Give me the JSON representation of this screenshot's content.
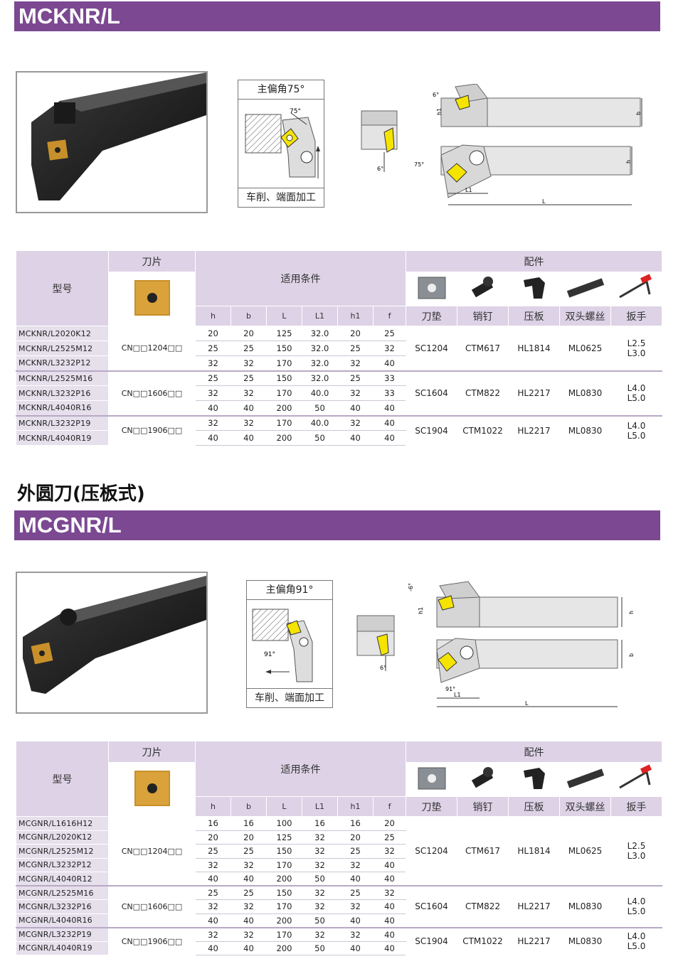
{
  "sections": [
    {
      "title": "MCKNR/L",
      "angle_title": "主偏角75°",
      "angle_caption": "车削、端面加工",
      "diag_angle": "75°",
      "side_labels": {
        "a6": "6°",
        "a6b": "6°",
        "h1": "h1",
        "b": "b",
        "h": "h",
        "a75": "75°",
        "L1": "L1",
        "L": "L"
      },
      "table": {
        "model_header": "型号",
        "insert_header": "刀片",
        "conditions_header": "适用条件",
        "accessories_header": "配件",
        "dims": [
          "h",
          "b",
          "L",
          "L1",
          "h1",
          "f"
        ],
        "acc_names": [
          "刀垫",
          "销钉",
          "压板",
          "双头螺丝",
          "扳手"
        ],
        "groups": [
          {
            "insert": "CN□□1204□□",
            "shim": "SC1204",
            "pin": "CTM617",
            "clamp": "HL1814",
            "screw": "ML0625",
            "wrench": [
              "L2.5",
              "L3.0"
            ],
            "rows": [
              {
                "model": "MCKNR/L2020K12",
                "v": [
                  "20",
                  "20",
                  "125",
                  "32.0",
                  "20",
                  "25"
                ]
              },
              {
                "model": "MCKNR/L2525M12",
                "v": [
                  "25",
                  "25",
                  "150",
                  "32.0",
                  "25",
                  "32"
                ]
              },
              {
                "model": "MCKNR/L3232P12",
                "v": [
                  "32",
                  "32",
                  "170",
                  "32.0",
                  "32",
                  "40"
                ]
              }
            ]
          },
          {
            "insert": "CN□□1606□□",
            "shim": "SC1604",
            "pin": "CTM822",
            "clamp": "HL2217",
            "screw": "ML0830",
            "wrench": [
              "L4.0",
              "L5.0"
            ],
            "rows": [
              {
                "model": "MCKNR/L2525M16",
                "v": [
                  "25",
                  "25",
                  "150",
                  "32.0",
                  "25",
                  "33"
                ]
              },
              {
                "model": "MCKNR/L3232P16",
                "v": [
                  "32",
                  "32",
                  "170",
                  "40.0",
                  "32",
                  "33"
                ]
              },
              {
                "model": "MCKNR/L4040R16",
                "v": [
                  "40",
                  "40",
                  "200",
                  "50",
                  "40",
                  "40"
                ]
              }
            ]
          },
          {
            "insert": "CN□□1906□□",
            "shim": "SC1904",
            "pin": "CTM1022",
            "clamp": "HL2217",
            "screw": "ML0830",
            "wrench": [
              "L4.0",
              "L5.0"
            ],
            "rows": [
              {
                "model": "MCKNR/L3232P19",
                "v": [
                  "32",
                  "32",
                  "170",
                  "40.0",
                  "32",
                  "40"
                ]
              },
              {
                "model": "MCKNR/L4040R19",
                "v": [
                  "40",
                  "40",
                  "200",
                  "50",
                  "40",
                  "40"
                ]
              }
            ]
          }
        ]
      }
    },
    {
      "subtitle": "外圆刀(压板式)",
      "title": "MCGNR/L",
      "angle_title": "主偏角91°",
      "angle_caption": "车削、端面加工",
      "diag_angle": "91°",
      "side_labels": {
        "a6": "-6°",
        "a6b": "6°",
        "h1": "h1",
        "b": "h",
        "h": "b",
        "a75": "91°",
        "L1": "L1",
        "L": "L"
      },
      "table": {
        "model_header": "型号",
        "insert_header": "刀片",
        "conditions_header": "适用条件",
        "accessories_header": "配件",
        "dims": [
          "h",
          "b",
          "L",
          "L1",
          "h1",
          "f"
        ],
        "acc_names": [
          "刀垫",
          "销钉",
          "压板",
          "双头螺丝",
          "扳手"
        ],
        "groups": [
          {
            "insert": "CN□□1204□□",
            "shim": "SC1204",
            "pin": "CTM617",
            "clamp": "HL1814",
            "screw": "ML0625",
            "wrench": [
              "L2.5",
              "L3.0"
            ],
            "rows": [
              {
                "model": "MCGNR/L1616H12",
                "v": [
                  "16",
                  "16",
                  "100",
                  "16",
                  "16",
                  "20"
                ]
              },
              {
                "model": "MCGNR/L2020K12",
                "v": [
                  "20",
                  "20",
                  "125",
                  "32",
                  "20",
                  "25"
                ]
              },
              {
                "model": "MCGNR/L2525M12",
                "v": [
                  "25",
                  "25",
                  "150",
                  "32",
                  "25",
                  "32"
                ]
              },
              {
                "model": "MCGNR/L3232P12",
                "v": [
                  "32",
                  "32",
                  "170",
                  "32",
                  "32",
                  "40"
                ]
              },
              {
                "model": "MCGNR/L4040R12",
                "v": [
                  "40",
                  "40",
                  "200",
                  "50",
                  "40",
                  "40"
                ]
              }
            ]
          },
          {
            "insert": "CN□□1606□□",
            "shim": "SC1604",
            "pin": "CTM822",
            "clamp": "HL2217",
            "screw": "ML0830",
            "wrench": [
              "L4.0",
              "L5.0"
            ],
            "rows": [
              {
                "model": "MCGNR/L2525M16",
                "v": [
                  "25",
                  "25",
                  "150",
                  "32",
                  "25",
                  "32"
                ]
              },
              {
                "model": "MCGNR/L3232P16",
                "v": [
                  "32",
                  "32",
                  "170",
                  "32",
                  "32",
                  "40"
                ]
              },
              {
                "model": "MCGNR/L4040R16",
                "v": [
                  "40",
                  "40",
                  "200",
                  "50",
                  "40",
                  "40"
                ]
              }
            ]
          },
          {
            "insert": "CN□□1906□□",
            "shim": "SC1904",
            "pin": "CTM1022",
            "clamp": "HL2217",
            "screw": "ML0830",
            "wrench": [
              "L4.0",
              "L5.0"
            ],
            "rows": [
              {
                "model": "MCGNR/L3232P19",
                "v": [
                  "32",
                  "32",
                  "170",
                  "32",
                  "32",
                  "40"
                ]
              },
              {
                "model": "MCGNR/L4040R19",
                "v": [
                  "40",
                  "40",
                  "200",
                  "50",
                  "40",
                  "40"
                ]
              }
            ]
          }
        ]
      }
    }
  ],
  "colors": {
    "banner": "#7b4891",
    "header": "#ddd2e6",
    "insert": "#c8902a",
    "highlight": "#f5e400"
  }
}
